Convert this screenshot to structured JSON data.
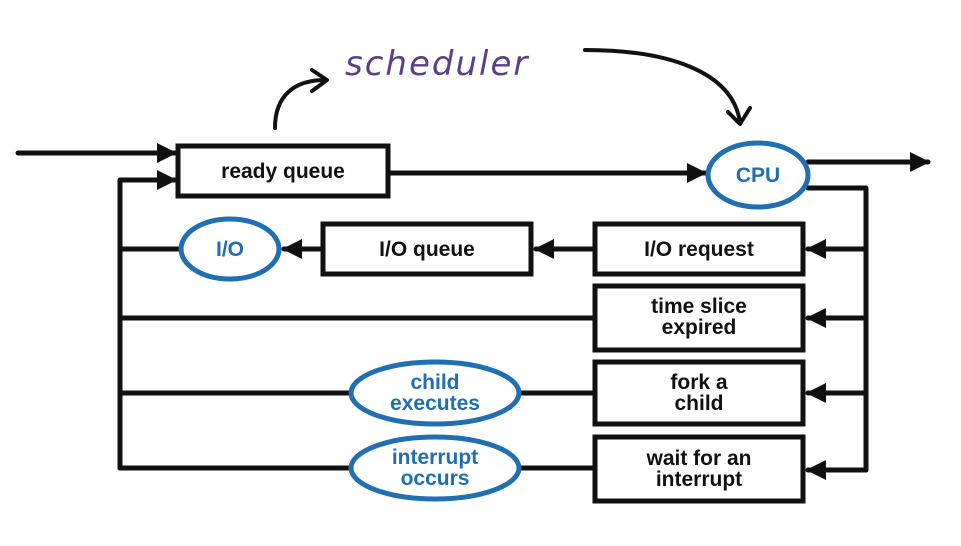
{
  "diagram": {
    "scheduler_label": "scheduler",
    "boxes": {
      "ready_queue": "ready queue",
      "io_queue": "I/O queue",
      "io_request": "I/O request",
      "time_slice_line1": "time slice",
      "time_slice_line2": "expired",
      "fork_line1": "fork a",
      "fork_line2": "child",
      "wait_line1": "wait for an",
      "wait_line2": "interrupt"
    },
    "ovals": {
      "cpu": "CPU",
      "io": "I/O",
      "child_line1": "child",
      "child_line2": "executes",
      "interrupt_line1": "interrupt",
      "interrupt_line2": "occurs"
    }
  },
  "colors": {
    "box_stroke": "#111111",
    "oval_stroke": "#1f6fb2",
    "oval_text": "#1f6fb2",
    "handwriting": "#5a3f87"
  }
}
